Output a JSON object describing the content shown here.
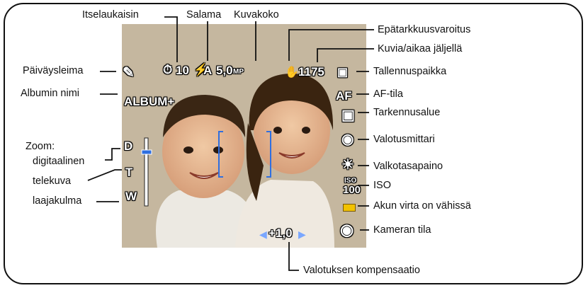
{
  "labels": {
    "self_timer": "Itselaukaisin",
    "flash": "Salama",
    "picture_size": "Kuvakoko",
    "blur_warning": "Epätarkkuusvaroitus",
    "pictures_remaining": "Kuvia/aikaa jäljellä",
    "date_stamp": "Päiväysleima",
    "storage_location": "Tallennuspaikka",
    "album_name": "Albumin nimi",
    "af_mode": "AF-tila",
    "focus_zone": "Tarkennusalue",
    "exposure_metering": "Valotusmittari",
    "zoom": "Zoom:",
    "digital": "digitaalinen",
    "telephoto": "telekuva",
    "wide_angle": "laajakulma",
    "white_balance": "Valkotasapaino",
    "iso": "ISO",
    "battery_low": "Akun virta on vähissä",
    "camera_mode": "Kameran tila",
    "exposure_comp": "Valotuksen kompensaatio"
  },
  "overlay": {
    "self_timer_value": "10",
    "flash_value": "A",
    "size_value": "5,0",
    "size_unit": "MP",
    "count_value": "1175",
    "album_text": "ALBUM+",
    "af_text": "AF",
    "iso_top": "ISO",
    "iso_value": "100",
    "zoom_d": "D",
    "zoom_t": "T",
    "zoom_w": "W",
    "ev_value": "+1,0"
  },
  "colors": {
    "icon_white": "#ffffff",
    "focus_bracket": "#2f6fe0",
    "blur_warning": "#cc1111",
    "battery": "#f2c200"
  }
}
